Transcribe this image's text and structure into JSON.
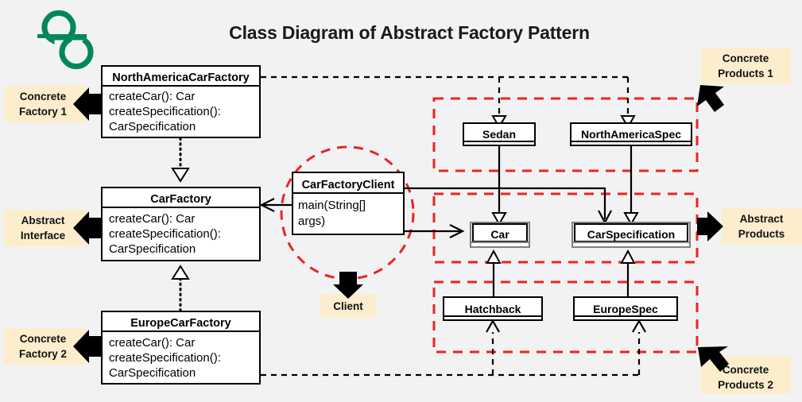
{
  "header": {
    "title": "Class Diagram of Abstract Factory Pattern",
    "logo_name": "geeksforgeeks-logo",
    "logo_color": "#00885a",
    "background_color": "#f2f2f2"
  },
  "colors": {
    "group_outline": "#ee2222",
    "note_background": "#fceecd",
    "box_fill": "#ffffff",
    "box_stroke": "#000000",
    "abstract_box_stroke": "#808080"
  },
  "classes": {
    "north_america_car_factory": {
      "name": "NorthAmericaCarFactory",
      "members": [
        "createCar(): Car",
        "createSpecification():",
        "CarSpecification"
      ]
    },
    "car_factory": {
      "name": "CarFactory",
      "members": [
        "createCar(): Car",
        "createSpecification():",
        "CarSpecification"
      ]
    },
    "europe_car_factory": {
      "name": "EuropeCarFactory",
      "members": [
        "createCar(): Car",
        "createSpecification():",
        "CarSpecification"
      ]
    },
    "car_factory_client": {
      "name": "CarFactoryClient",
      "members": [
        "main(String[]",
        "args)"
      ]
    },
    "sedan": {
      "name": "Sedan"
    },
    "north_america_spec": {
      "name": "NorthAmericaSpec"
    },
    "car": {
      "name": "Car"
    },
    "car_specification": {
      "name": "CarSpecification"
    },
    "hatchback": {
      "name": "Hatchback"
    },
    "europe_spec": {
      "name": "EuropeSpec"
    }
  },
  "annotations": {
    "concrete_factory_1": {
      "line1": "Concrete",
      "line2": "Factory 1"
    },
    "abstract_interface": {
      "line1": "Abstract",
      "line2": "Interface"
    },
    "concrete_factory_2": {
      "line1": "Concrete",
      "line2": "Factory 2"
    },
    "client": {
      "line1": "Client",
      "line2": ""
    },
    "concrete_products_1": {
      "line1": "Concrete",
      "line2": "Products 1"
    },
    "abstract_products": {
      "line1": "Abstract",
      "line2": "Products"
    },
    "concrete_products_2": {
      "line1": "Concrete",
      "line2": "Products 2"
    }
  },
  "groups": {
    "concrete_products_1_region": "concrete-products-1-region",
    "abstract_products_region": "abstract-products-region",
    "concrete_products_2_region": "concrete-products-2-region",
    "client_region": "client-region"
  }
}
